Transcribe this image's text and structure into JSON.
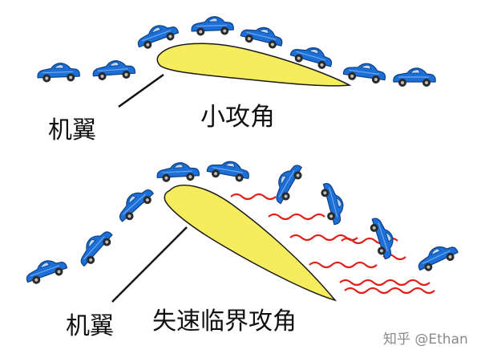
{
  "diagram": {
    "top_panel": {
      "wing_label": "机翼",
      "angle_label": "小攻角"
    },
    "bottom_panel": {
      "wing_label": "机翼",
      "angle_label": "失速临界攻角"
    }
  },
  "watermark": "知乎 @Ethan",
  "colors": {
    "wing_fill": "#F5EC5E",
    "wing_stroke": "#1a1a1a",
    "car_body": "#1B6FD6",
    "car_outline": "#0d3f82",
    "turbulence": "#E0201B",
    "text": "#111111",
    "watermark": "#8a8a8a"
  }
}
